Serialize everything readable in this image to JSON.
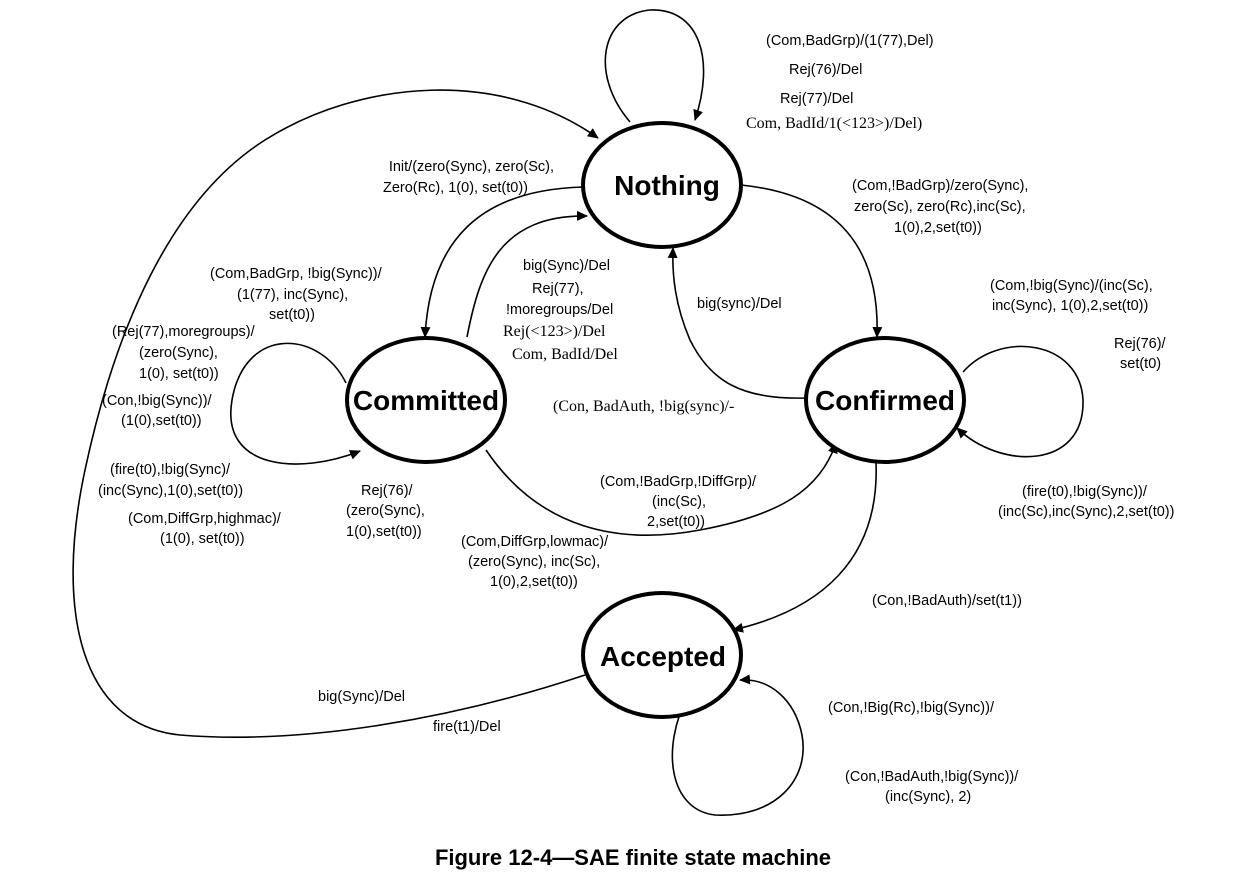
{
  "states": {
    "nothing": "Nothing",
    "committed": "Committed",
    "confirmed": "Confirmed",
    "accepted": "Accepted"
  },
  "labels": {
    "nothing_self_1": "(Com,BadGrp)/(1(77),Del)",
    "nothing_self_2": "Rej(76)/Del",
    "nothing_self_3": "Rej(77)/Del",
    "nothing_self_4": "Com, BadId/1(<123>)/Del)",
    "init_1": "Init/(zero(Sync), zero(Sc),",
    "init_2": "Zero(Rc), 1(0), set(t0))",
    "nothing_confirmed_1": "(Com,!BadGrp)/zero(Sync),",
    "nothing_confirmed_2": "zero(Sc), zero(Rc),inc(Sc),",
    "nothing_confirmed_3": "1(0),2,set(t0))",
    "committed_nothing_1": "big(Sync)/Del",
    "committed_nothing_2": "Rej(77),",
    "committed_nothing_3": "!moregroups/Del",
    "committed_nothing_4": "Rej(<123>)/Del",
    "committed_nothing_5": "Com, BadId/Del",
    "confirmed_nothing_1": "big(sync)/Del",
    "confirmed_nothing_2": "(Con, BadAuth, !big(sync)/-",
    "committed_self_a1": "(Com,BadGrp, !big(Sync))/",
    "committed_self_a2": "(1(77), inc(Sync),",
    "committed_self_a3": "set(t0))",
    "committed_self_b1": "(Rej(77),moregroups)/",
    "committed_self_b2": "(zero(Sync),",
    "committed_self_b3": "1(0), set(t0))",
    "committed_self_c1": "(Con,!big(Sync))/",
    "committed_self_c2": "(1(0),set(t0))",
    "committed_self_d1": "(fire(t0),!big(Sync)/",
    "committed_self_d2": "(inc(Sync),1(0),set(t0))",
    "committed_self_e1": "(Com,DiffGrp,highmac)/",
    "committed_self_e2": "(1(0), set(t0))",
    "committed_self_f1": "Rej(76)/",
    "committed_self_f2": "(zero(Sync),",
    "committed_self_f3": "1(0),set(t0))",
    "committed_confirmed_a1": "(Com,!BadGrp,!DiffGrp)/",
    "committed_confirmed_a2": "(inc(Sc),",
    "committed_confirmed_a3": "2,set(t0))",
    "committed_confirmed_b1": "(Com,DiffGrp,lowmac)/",
    "committed_confirmed_b2": "(zero(Sync), inc(Sc),",
    "committed_confirmed_b3": "1(0),2,set(t0))",
    "confirmed_self_a1": "(Com,!big(Sync)/(inc(Sc),",
    "confirmed_self_a2": "inc(Sync), 1(0),2,set(t0))",
    "confirmed_self_b1": "Rej(76)/",
    "confirmed_self_b2": "set(t0)",
    "confirmed_self_c1": "(fire(t0),!big(Sync))/",
    "confirmed_self_c2": "(inc(Sc),inc(Sync),2,set(t0))",
    "confirmed_accepted": "(Con,!BadAuth)/set(t1))",
    "accepted_nothing_1": "big(Sync)/Del",
    "accepted_nothing_2": "fire(t1)/Del",
    "accepted_self_a": "(Con,!Big(Rc),!big(Sync))/",
    "accepted_self_b1": "(Con,!BadAuth,!big(Sync))/",
    "accepted_self_b2": "(inc(Sync), 2)"
  },
  "caption": "Figure 12-4—SAE finite state machine"
}
